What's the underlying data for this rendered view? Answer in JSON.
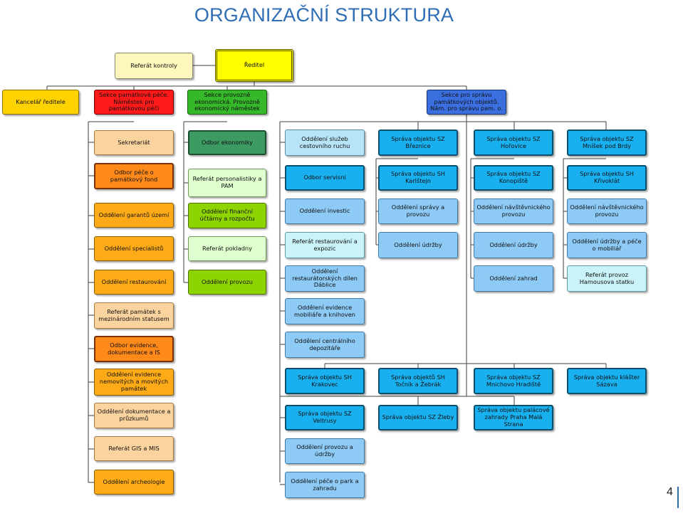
{
  "title": "ORGANIZAČNÍ STRUKTURA",
  "page_number": "4",
  "top": {
    "referat_kontroly": "Referát kontroly",
    "reditel": "Ředitel"
  },
  "sections": {
    "kancelar": "Kancelář ředitele",
    "sekce_pamatkove_pece": "Sekce památkové péče. Náměstek pro památkovou péči",
    "sekce_provozne_ekonomicka": "Sekce provozně ekonomická. Provozně ekonomický náměstek",
    "sekce_spravy_objektu": "Sekce pro správu památkových objektů. Nám. pro správu pam. o."
  },
  "col_pamatkova_pece": [
    "Sekretariát",
    "Odbor péče o památkový fond",
    "Oddělení garantů území",
    "Oddělení specialistů",
    "Oddělení restaurování",
    "Referát památek s mezinárodním statusem",
    "Odbor evidence, dokumentace a IS",
    "Oddělení evidence nemovitých a movitých památek",
    "Oddělení dokumentace a průzkumů",
    "Referát GIS a MIS",
    "Oddělení archeologie"
  ],
  "col_ekonomicka": [
    "Odbor ekonomiky",
    "Referát personalistiky a PAM",
    "Oddělení finanční účtárny a rozpočtu",
    "Referát pokladny",
    "Oddělení provozu"
  ],
  "col_sprava_1": [
    "Oddělení služeb cestovního ruchu",
    "Odbor servisní",
    "Oddělení investic",
    "Referát restaurování a expozic",
    "Oddělení restaurátorských dílen Dáblice",
    "Oddělení evidence mobiliáře a knihoven",
    "Oddělení centrálního depozitáře",
    "Správa objektu SH Krakovec",
    "Správa objektu SZ Veltrusy",
    "Oddělení provozu a údržby",
    "Oddělení péče o park a zahradu"
  ],
  "col_sprava_2": [
    "Správa objektu SZ Březnice",
    "Správa objektu SH Karlštejn",
    "Oddělení správy a provozu",
    "Oddělení údržby",
    "Správa objektů SH Točník a Žebrák",
    "Správa objektu SZ Žleby"
  ],
  "col_sprava_3": [
    "Správa objektu SZ Hořovice",
    "Správa objektu SZ Konopiště",
    "Oddělení návštěvnického provozu",
    "Oddělení údržby",
    "Oddělení zahrad",
    "Správa objektu SZ Mnichovo Hradiště",
    "Správa objektu palácové zahrady Praha Malá Strana"
  ],
  "col_sprava_4": [
    "Správa objektu SZ Mníšek pod Brdy",
    "Správa objektu SH Křivoklát",
    "Oddělení návštěvnického provozu",
    "Oddělení údržby a péče o mobiliář",
    "Referát provoz Hamousova statku",
    "Správa objektu klášter Sázava"
  ]
}
